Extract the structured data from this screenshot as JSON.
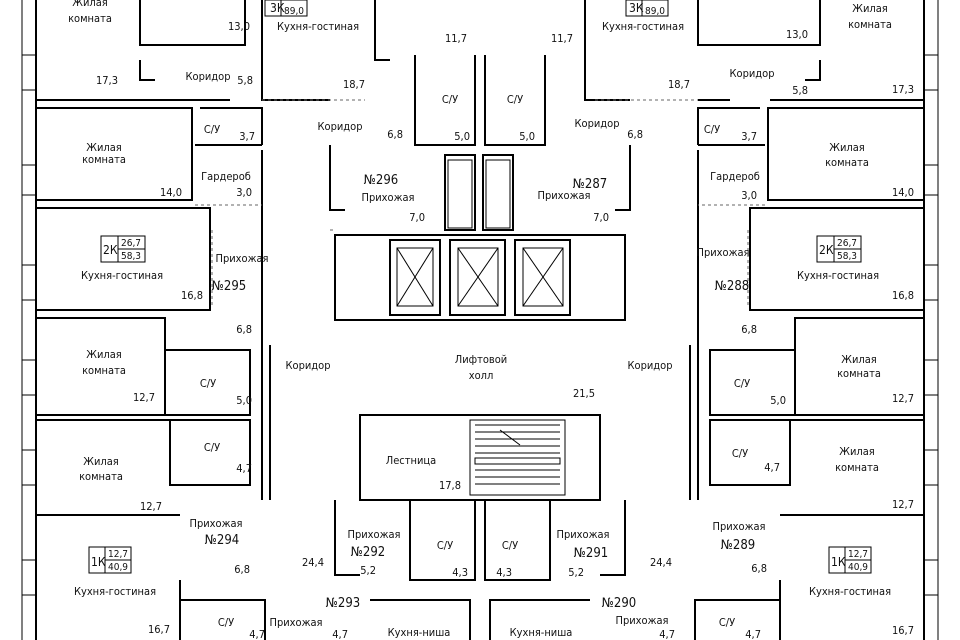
{
  "rooms": [
    {
      "name": "room-living-tl",
      "lines": [
        "Жилая",
        "комната"
      ],
      "area": "17,3"
    },
    {
      "name": "room-bath-tl",
      "lines": [],
      "area": "13,0"
    },
    {
      "name": "room-kitchen-living-tl",
      "lines": [
        "Кухня-гостиная"
      ],
      "area": "18,7"
    },
    {
      "name": "room-corridor-tl",
      "lines": [
        "Коридор"
      ],
      "area": "5,8"
    },
    {
      "name": "room-top-mid-left",
      "lines": [],
      "area": "11,7"
    },
    {
      "name": "room-top-mid-right",
      "lines": [],
      "area": "11,7"
    },
    {
      "name": "room-bath-top-left",
      "lines": [
        "С/У"
      ],
      "area": "5,0"
    },
    {
      "name": "room-bath-top-right",
      "lines": [
        "С/У"
      ],
      "area": "5,0"
    },
    {
      "name": "room-kitchen-living-tr",
      "lines": [
        "Кухня-гостиная"
      ],
      "area": "18,7"
    },
    {
      "name": "room-bath-tr",
      "lines": [],
      "area": "13,0"
    },
    {
      "name": "room-living-tr",
      "lines": [
        "Жилая",
        "комната"
      ],
      "area": "17,3"
    },
    {
      "name": "room-corridor-tr",
      "lines": [
        "Коридор"
      ],
      "area": "5,8"
    },
    {
      "name": "room-su-left-1",
      "lines": [
        "С/У"
      ],
      "area": "3,7"
    },
    {
      "name": "room-corridor-296",
      "lines": [
        "Коридор"
      ],
      "area": "6,8"
    },
    {
      "name": "room-corridor-287",
      "lines": [
        "Коридор"
      ],
      "area": "6,8"
    },
    {
      "name": "room-su-right-1",
      "lines": [
        "С/У"
      ],
      "area": "3,7"
    },
    {
      "name": "room-living-l2",
      "lines": [
        "Жилая",
        "комната"
      ],
      "area": "14,0"
    },
    {
      "name": "room-living-r2",
      "lines": [
        "Жилая",
        "комната"
      ],
      "area": "14,0"
    },
    {
      "name": "room-wardrobe-l",
      "lines": [
        "Гардероб"
      ],
      "area": "3,0"
    },
    {
      "name": "room-wardrobe-r",
      "lines": [
        "Гардероб"
      ],
      "area": "3,0"
    },
    {
      "name": "room-hall-296",
      "lines": [
        "Прихожая"
      ],
      "area": "7,0"
    },
    {
      "name": "room-hall-287",
      "lines": [
        "Прихожая"
      ],
      "area": "7,0"
    },
    {
      "name": "room-kitchen-living-295",
      "lines": [
        "Кухня-гостиная"
      ],
      "area": "16,8"
    },
    {
      "name": "room-kitchen-living-288",
      "lines": [
        "Кухня-гостиная"
      ],
      "area": "16,8"
    },
    {
      "name": "room-hall-295",
      "lines": [
        "Прихожая"
      ],
      "area": ""
    },
    {
      "name": "room-hall-288",
      "lines": [
        "Прихожая"
      ],
      "area": ""
    },
    {
      "name": "room-hall-295b",
      "lines": [],
      "area": "6,8"
    },
    {
      "name": "room-hall-288b",
      "lines": [],
      "area": "6,8"
    },
    {
      "name": "room-living-l3",
      "lines": [
        "Жилая",
        "комната"
      ],
      "area": "12,7"
    },
    {
      "name": "room-living-r3",
      "lines": [
        "Жилая",
        "комната"
      ],
      "area": "12,7"
    },
    {
      "name": "room-su-l3",
      "lines": [
        "С/У"
      ],
      "area": "5,0"
    },
    {
      "name": "room-su-r3",
      "lines": [
        "С/У"
      ],
      "area": "5,0"
    },
    {
      "name": "room-corridor-l",
      "lines": [
        "Коридор"
      ],
      "area": ""
    },
    {
      "name": "room-corridor-r",
      "lines": [
        "Коридор"
      ],
      "area": ""
    },
    {
      "name": "room-elevator-hall",
      "lines": [
        "Лифтовой",
        "холл"
      ],
      "area": "21,5"
    },
    {
      "name": "room-su-l4",
      "lines": [
        "С/У"
      ],
      "area": "4,7"
    },
    {
      "name": "room-su-r4",
      "lines": [
        "С/У"
      ],
      "area": "4,7"
    },
    {
      "name": "room-living-l4",
      "lines": [
        "Жилая",
        "комната"
      ],
      "area": "12,7"
    },
    {
      "name": "room-living-r4",
      "lines": [
        "Жилая",
        "комната"
      ],
      "area": "12,7"
    },
    {
      "name": "room-stairs",
      "lines": [
        "Лестница"
      ],
      "area": "17,8"
    },
    {
      "name": "room-hall-294",
      "lines": [
        "Прихожая"
      ],
      "area": "6,8"
    },
    {
      "name": "room-hall-289",
      "lines": [
        "Прихожая"
      ],
      "area": "6,8"
    },
    {
      "name": "room-hall-292",
      "lines": [
        "Прихожая"
      ],
      "area": "5,2"
    },
    {
      "name": "room-hall-291",
      "lines": [
        "Прихожая"
      ],
      "area": "5,2"
    },
    {
      "name": "room-su-292",
      "lines": [
        "С/У"
      ],
      "area": "4,3"
    },
    {
      "name": "room-su-291",
      "lines": [
        "С/У"
      ],
      "area": "4,3"
    },
    {
      "name": "room-corridor-bl",
      "lines": [],
      "area": "24,4"
    },
    {
      "name": "room-corridor-br",
      "lines": [],
      "area": "24,4"
    },
    {
      "name": "room-kitchen-living-294",
      "lines": [
        "Кухня-гостиная"
      ],
      "area": "16,7"
    },
    {
      "name": "room-kitchen-living-289",
      "lines": [
        "Кухня-гостиная"
      ],
      "area": "16,7"
    },
    {
      "name": "room-su-294",
      "lines": [
        "С/У"
      ],
      "area": "4,7"
    },
    {
      "name": "room-su-289",
      "lines": [
        "С/У"
      ],
      "area": "4,7"
    },
    {
      "name": "room-hall-293",
      "lines": [
        "Прихожая"
      ],
      "area": "4,7"
    },
    {
      "name": "room-hall-290",
      "lines": [
        "Прихожая"
      ],
      "area": "4,7"
    },
    {
      "name": "room-kitchen-niche-l",
      "lines": [
        "Кухня-ниша"
      ],
      "area": ""
    },
    {
      "name": "room-kitchen-niche-r",
      "lines": [
        "Кухня-ниша"
      ],
      "area": ""
    }
  ],
  "apartments": [
    {
      "name": "apt-296",
      "number": "№296"
    },
    {
      "name": "apt-287",
      "number": "№287"
    },
    {
      "name": "apt-295",
      "number": "№295"
    },
    {
      "name": "apt-288",
      "number": "№288"
    },
    {
      "name": "apt-294",
      "number": "№294"
    },
    {
      "name": "apt-289",
      "number": "№289"
    },
    {
      "name": "apt-292",
      "number": "№292"
    },
    {
      "name": "apt-291",
      "number": "№291"
    },
    {
      "name": "apt-293",
      "number": "№293"
    },
    {
      "name": "apt-290",
      "number": "№290"
    }
  ],
  "badges": [
    {
      "name": "badge-3k-left",
      "type": "3К",
      "living": "",
      "total": "89,0"
    },
    {
      "name": "badge-3k-right",
      "type": "3К",
      "living": "",
      "total": "89,0"
    },
    {
      "name": "badge-2k-left",
      "type": "2К",
      "living": "26,7",
      "total": "58,3"
    },
    {
      "name": "badge-2k-right",
      "type": "2К",
      "living": "26,7",
      "total": "58,3"
    },
    {
      "name": "badge-1k-left",
      "type": "1К",
      "living": "12,7",
      "total": "40,9"
    },
    {
      "name": "badge-1k-right",
      "type": "1К",
      "living": "12,7",
      "total": "40,9"
    }
  ]
}
